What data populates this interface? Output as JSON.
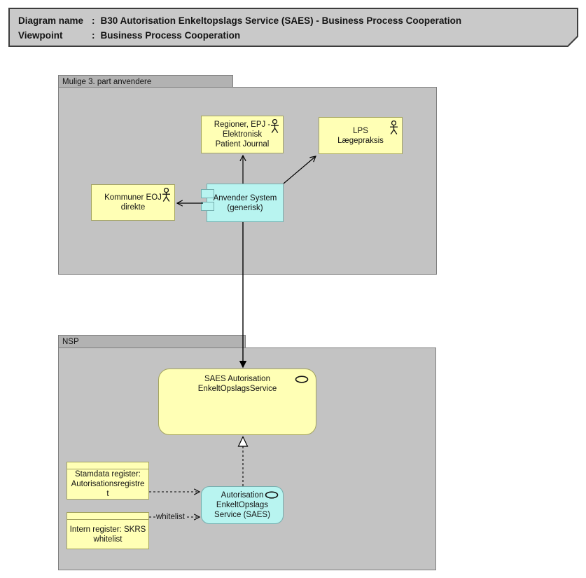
{
  "diagram": {
    "title_note": {
      "rows": [
        {
          "label": "Diagram name",
          "sep": ":",
          "value": "B30 Autorisation Enkeltopslags Service (SAES) - Business Process Cooperation"
        },
        {
          "label": "Viewpoint",
          "sep": ":",
          "value": "Business Process Cooperation"
        }
      ]
    },
    "groups": {
      "third_party": {
        "label": "Mulige 3. part anvendere"
      },
      "nsp": {
        "label": "NSP"
      }
    },
    "nodes": {
      "regioner": {
        "label": "Regioner, EPJ -\nElektronisk\nPatient Journal",
        "type": "business-actor"
      },
      "lps": {
        "label": "LPS\nLægepraksis",
        "type": "business-actor"
      },
      "kommuner": {
        "label": "Kommuner EOJ\ndirekte",
        "type": "business-actor"
      },
      "anvender": {
        "label": "Anvender System\n(generisk)",
        "type": "application-component"
      },
      "saes_service": {
        "label": "SAES Autorisation\nEnkeltOpslagsService",
        "type": "service"
      },
      "stamdata": {
        "label": "Stamdata register:\nAutorisationsregistre\nt",
        "type": "business-object"
      },
      "intern": {
        "label": "Intern register: SKRS\nwhitelist",
        "type": "business-object"
      },
      "autorisation": {
        "label": "Autorisation\nEnkeltOpslags\nService (SAES)",
        "type": "application-service"
      }
    },
    "edges": {
      "whitelist_label": "whitelist"
    },
    "icons": {
      "business_actor": "stick-figure",
      "service": "oval-outline",
      "component": "two-left-tabs"
    },
    "colors": {
      "note_fill": "#c9c9c9",
      "note_border": "#3d3d3d",
      "group_fill": "#c3c3c3",
      "group_tab_fill": "#b2b2b2",
      "group_border": "#7f7f7f",
      "business_fill": "#ffffb5",
      "business_border": "#a3a35f",
      "application_fill": "#b8f4f0",
      "application_border": "#74aeae",
      "edge": "#000000",
      "text": "#141414"
    }
  }
}
